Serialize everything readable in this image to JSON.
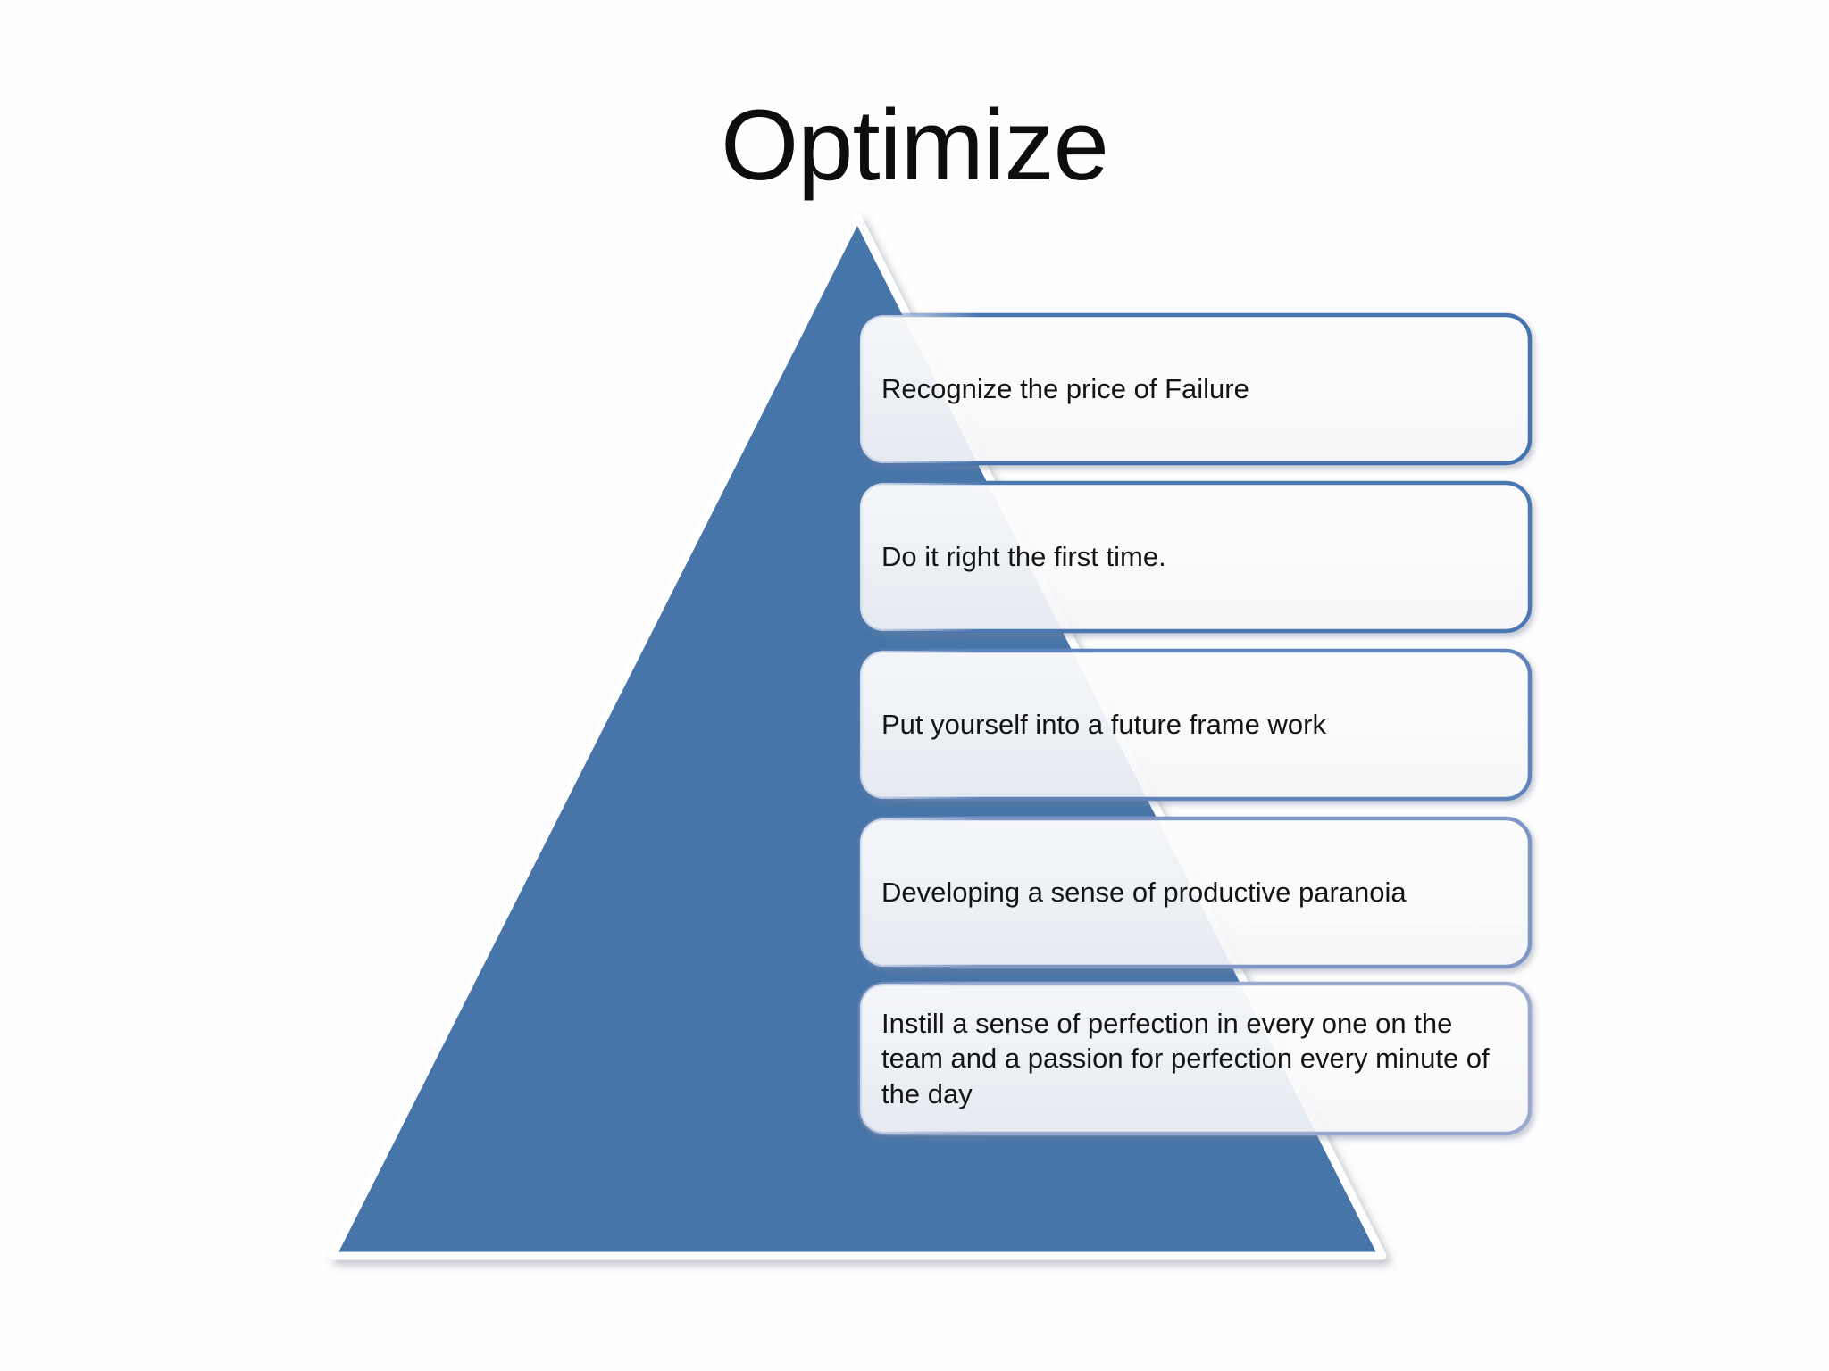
{
  "title": "Optimize",
  "diagram": {
    "type": "pyramid-list",
    "pyramid_color": "#4674A9",
    "pyramid_outline_color": "#ffffff",
    "box_fill": "rgba(255,255,255,0.88)",
    "text_color": "#141414",
    "items": [
      {
        "label": "Recognize the price of Failure",
        "border_color": "#4573AE"
      },
      {
        "label": "Do it right the first time.",
        "border_color": "#4C78B1"
      },
      {
        "label": "Put yourself into a future frame work",
        "border_color": "#5F83BA"
      },
      {
        "label": "Developing a sense of productive paranoia",
        "border_color": "#8096C6"
      },
      {
        "label": "Instill a sense of perfection in every one on the team and a passion for perfection every minute of the day",
        "border_color": "#9AA9D1"
      }
    ]
  }
}
